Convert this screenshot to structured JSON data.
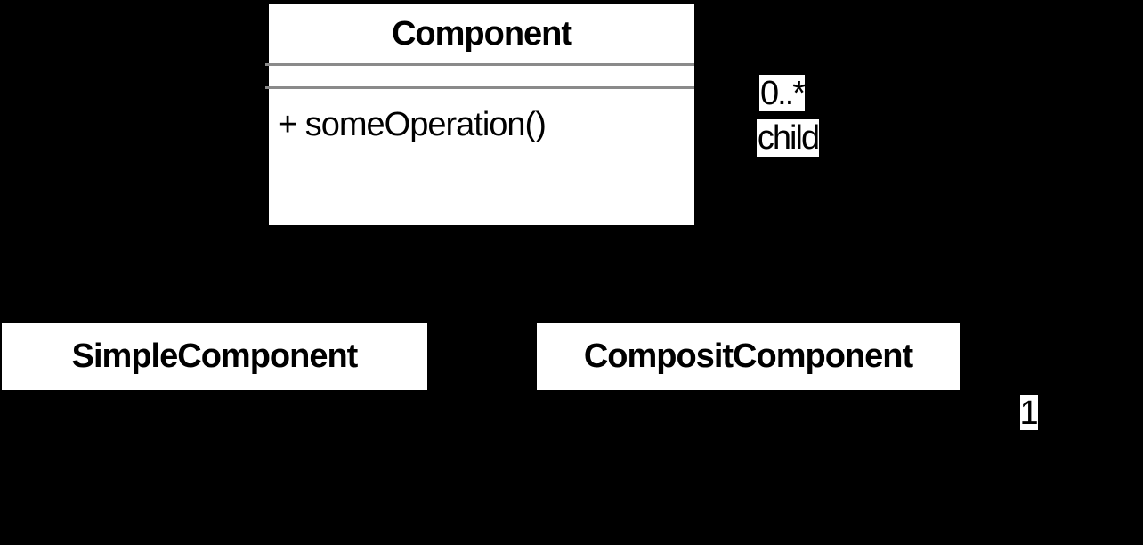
{
  "diagram": {
    "type": "uml-class-diagram",
    "pattern": "composite",
    "colors": {
      "background": "#000000",
      "box_fill": "#ffffff",
      "text": "#000000",
      "separator_line": "#8a8a8a"
    },
    "classes": {
      "component": {
        "name": "Component",
        "attributes": [],
        "operations": [
          "+ someOperation()"
        ]
      },
      "simple": {
        "name": "SimpleComponent"
      },
      "composit": {
        "name": "CompositComponent"
      }
    },
    "labels": {
      "multiplicity_child": "0..*",
      "role_child": "child",
      "multiplicity_parent": "1"
    }
  }
}
